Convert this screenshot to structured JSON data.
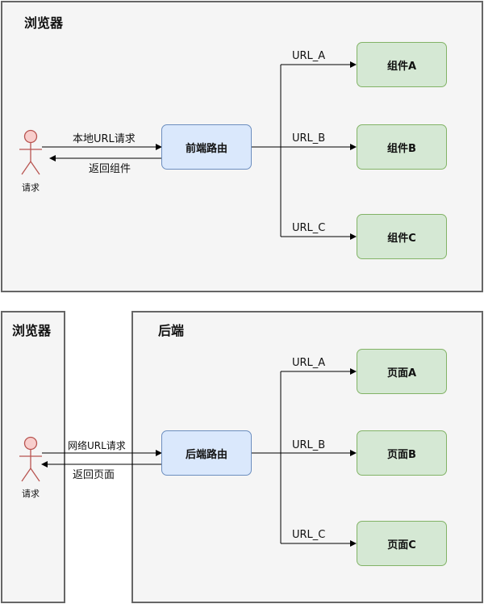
{
  "top": {
    "frame_title": "浏览器",
    "actor_label": "请求",
    "request_label": "本地URL请求",
    "response_label": "返回组件",
    "router_label": "前端路由",
    "routes": [
      {
        "url": "URL_A",
        "target": "组件A"
      },
      {
        "url": "URL_B",
        "target": "组件B"
      },
      {
        "url": "URL_C",
        "target": "组件C"
      }
    ]
  },
  "bottom": {
    "browser_title": "浏览器",
    "backend_title": "后端",
    "actor_label": "请求",
    "request_label": "网络URL请求",
    "response_label": "返回页面",
    "router_label": "后端路由",
    "routes": [
      {
        "url": "URL_A",
        "target": "页面A"
      },
      {
        "url": "URL_B",
        "target": "页面B"
      },
      {
        "url": "URL_C",
        "target": "页面C"
      }
    ]
  },
  "colors": {
    "router_fill": "#dae8fc",
    "router_stroke": "#6c8ebf",
    "component_fill": "#d5e8d4",
    "component_stroke": "#82b366",
    "actor_fill": "#f8cecc",
    "actor_stroke": "#b85450",
    "frame_fill": "#f5f5f5",
    "frame_stroke": "#666666"
  }
}
